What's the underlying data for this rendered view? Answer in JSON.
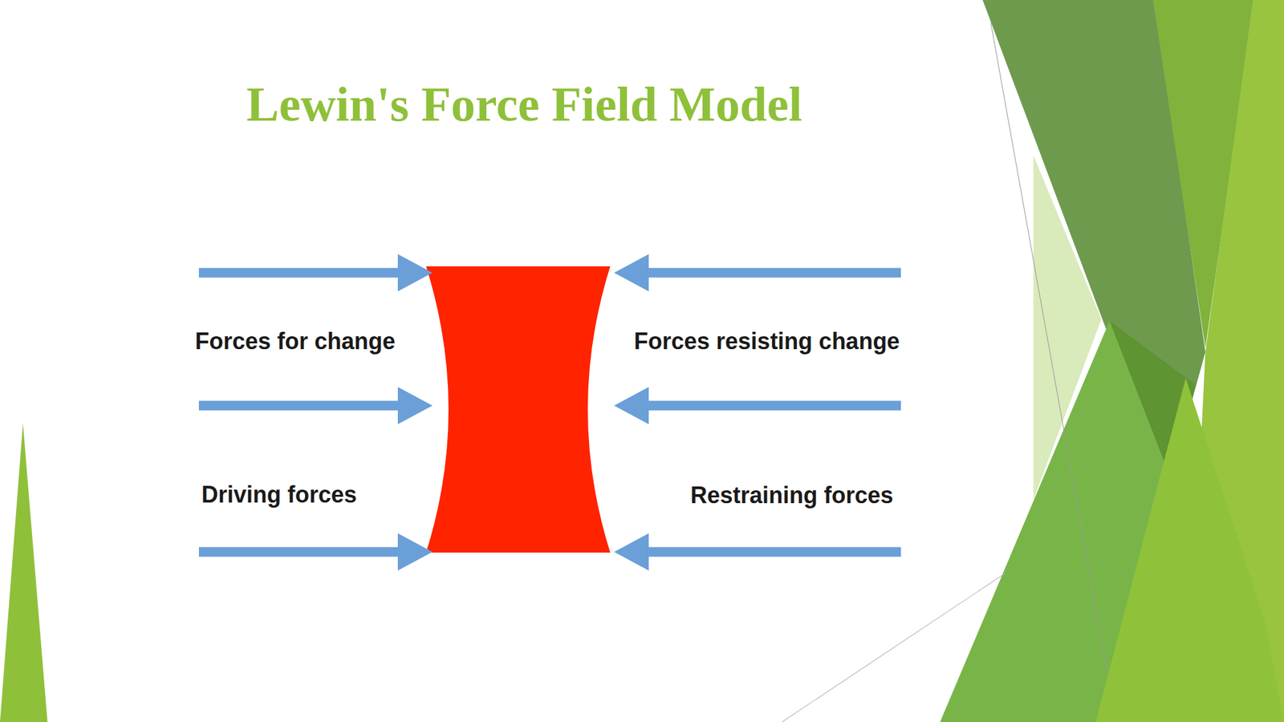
{
  "diagram": {
    "title": "Lewin's Force Field Model",
    "labels": [
      "Forces for change",
      "Forces resisting change",
      "Driving forces",
      "Restraining forces"
    ]
  }
}
